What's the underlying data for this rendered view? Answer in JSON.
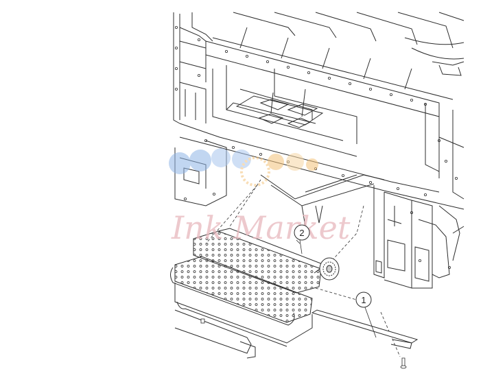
{
  "diagram": {
    "callouts": [
      {
        "id": "callout-1",
        "label": "1",
        "part": "belt-strip"
      },
      {
        "id": "callout-2",
        "label": "2",
        "part": "transport-belt-assembly"
      }
    ],
    "watermark": {
      "text": "Ink Market"
    },
    "colors": {
      "line": "#2b2b2b",
      "fill": "#ffffff",
      "watermark_blue": "#8fb5e6",
      "watermark_orange": "#f4c27a",
      "watermark_pink": "#e7b7bd"
    }
  }
}
